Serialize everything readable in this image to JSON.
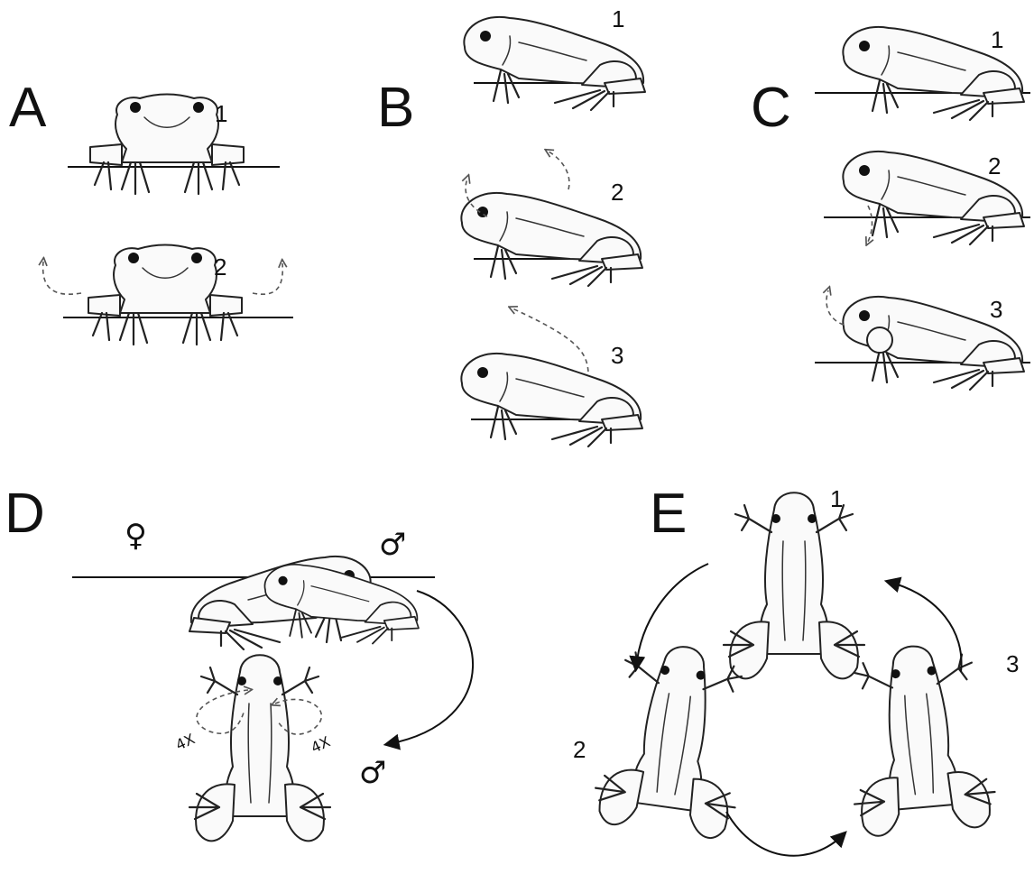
{
  "panels": {
    "A": {
      "letter": "A",
      "steps": [
        "1",
        "2"
      ]
    },
    "B": {
      "letter": "B",
      "steps": [
        "1",
        "2",
        "3"
      ]
    },
    "C": {
      "letter": "C",
      "steps": [
        "1",
        "2",
        "3"
      ]
    },
    "D": {
      "letter": "D",
      "female": "♀",
      "male_top": "♂",
      "male_bottom": "♂",
      "count_left": "4X",
      "count_right": "4X"
    },
    "E": {
      "letter": "E",
      "steps": [
        "1",
        "2",
        "3"
      ]
    }
  }
}
